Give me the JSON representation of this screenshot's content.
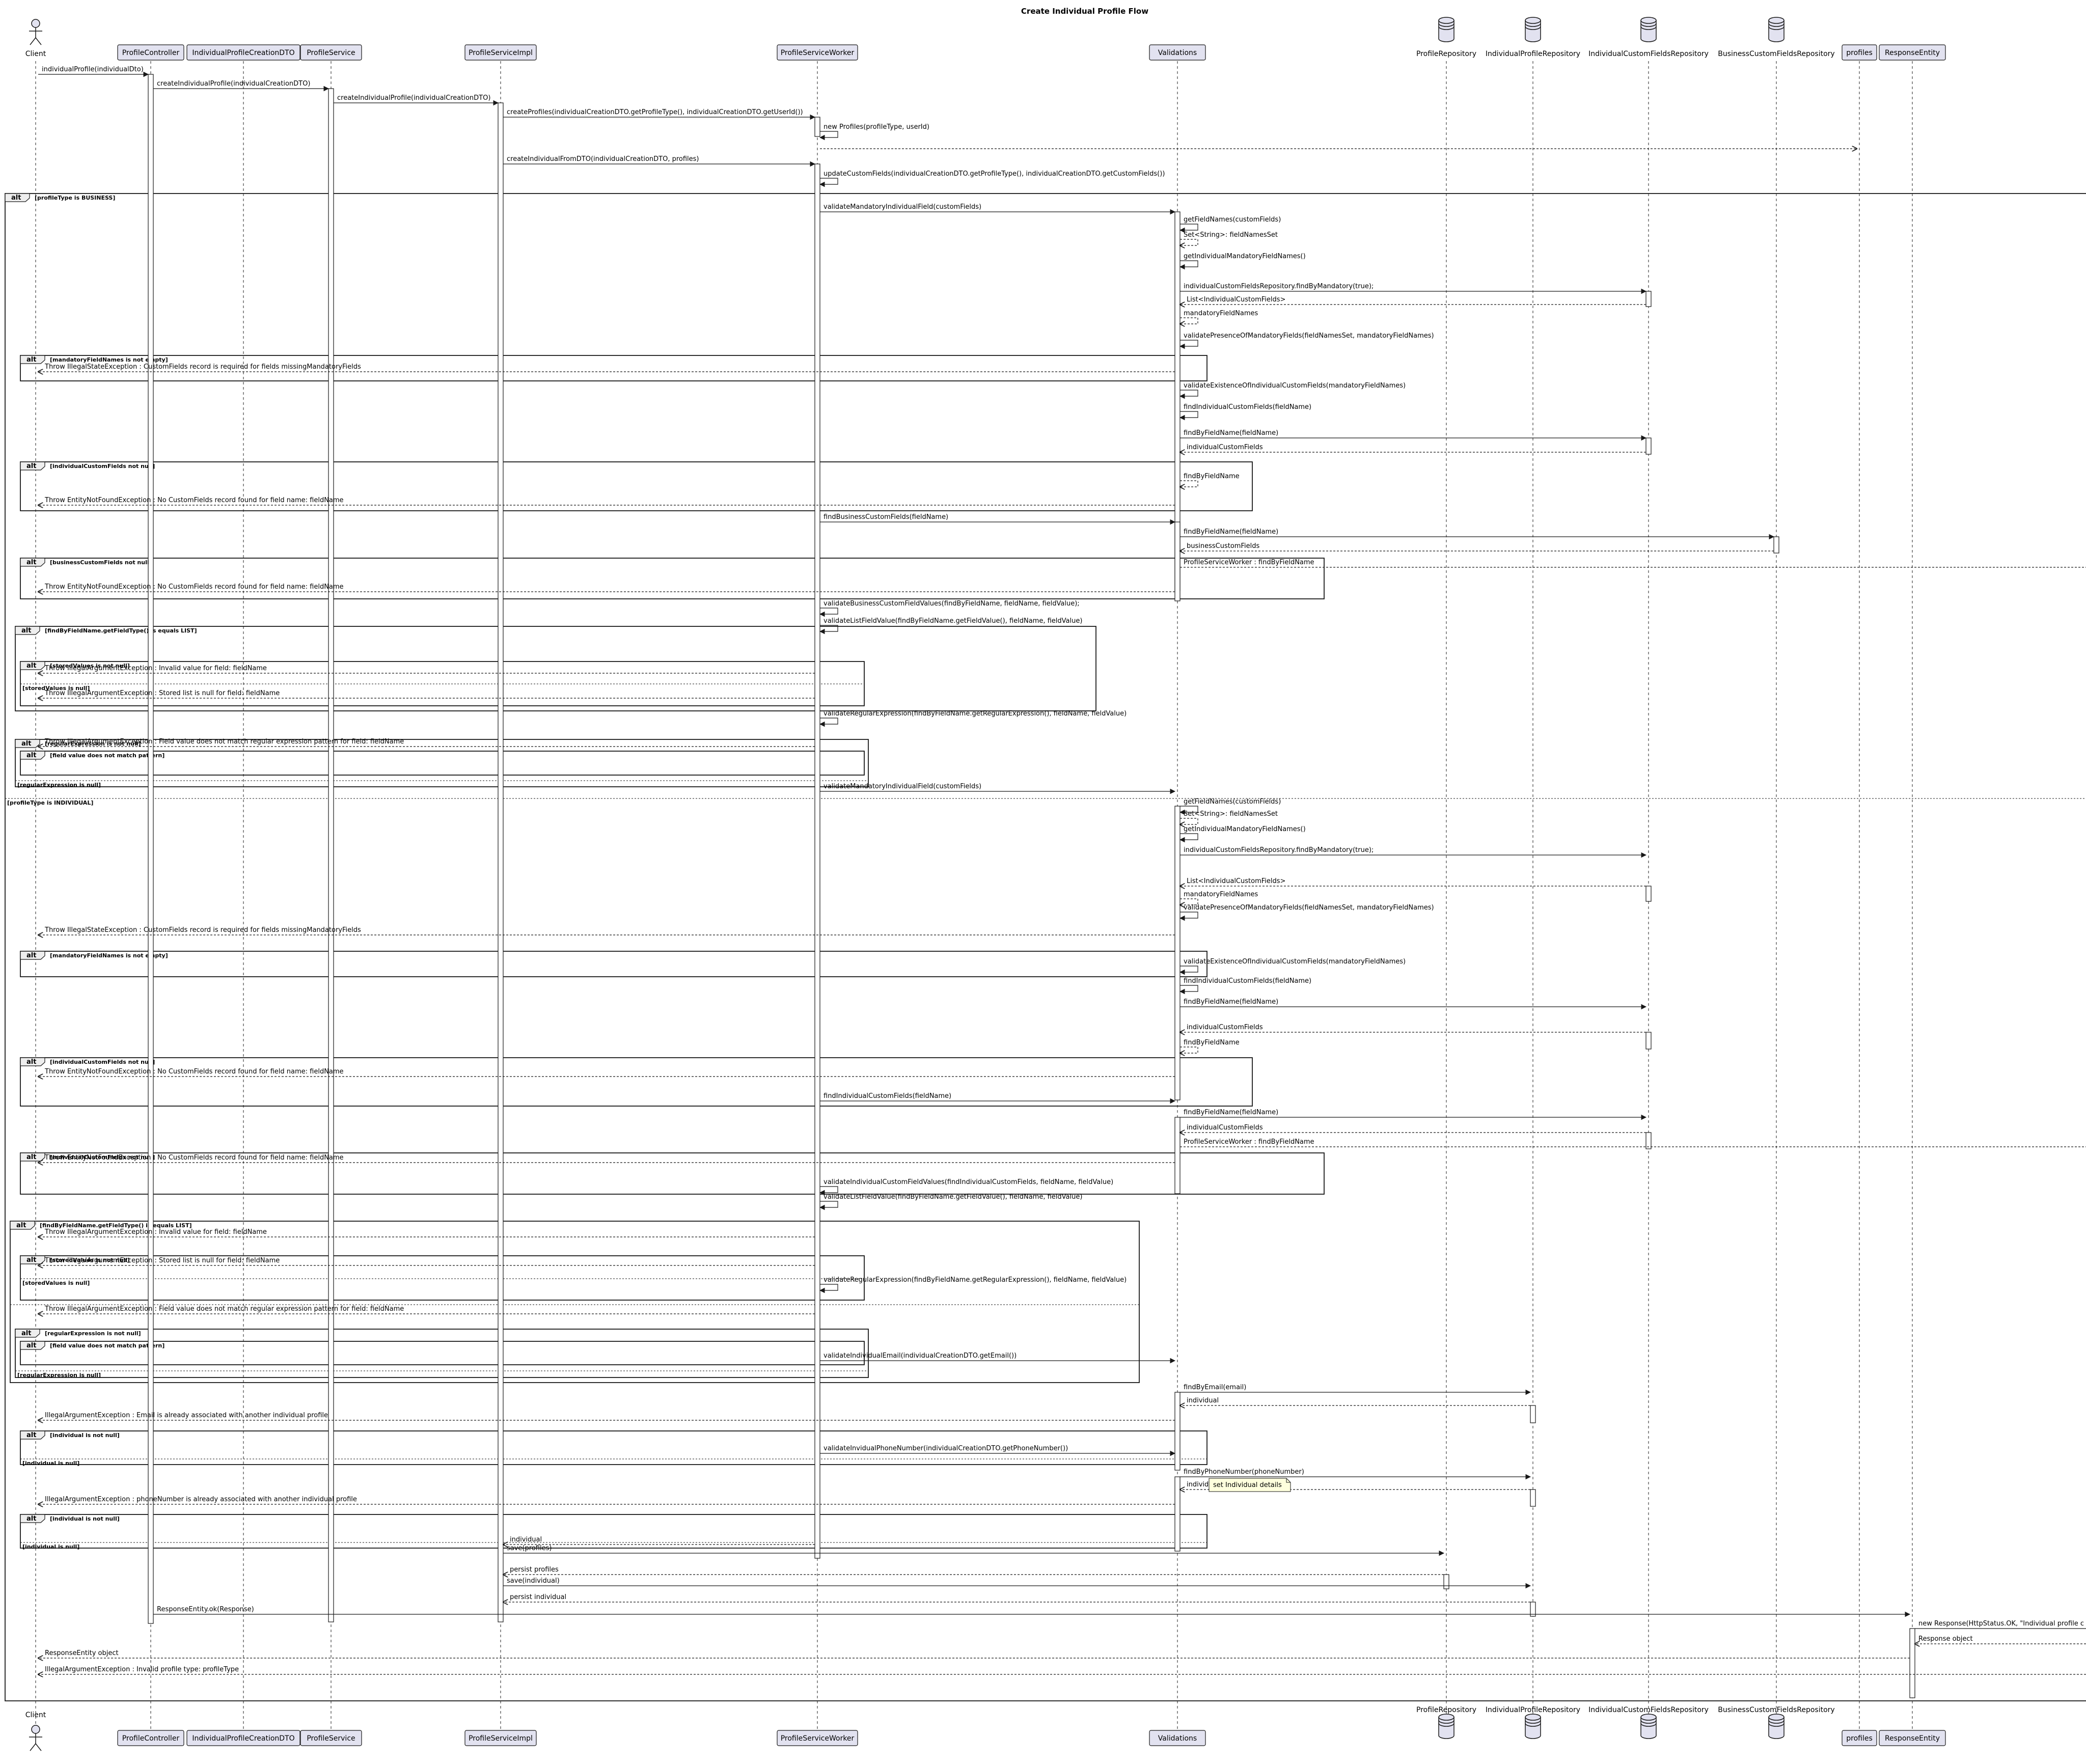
{
  "title": "Create Individual Profile Flow",
  "participants": [
    {
      "id": "client",
      "label": "Client",
      "kind": "actor"
    },
    {
      "id": "pc",
      "label": "ProfileController",
      "kind": "participant"
    },
    {
      "id": "dto",
      "label": "IndividualProfileCreationDTO",
      "kind": "participant"
    },
    {
      "id": "ps",
      "label": "ProfileService",
      "kind": "participant"
    },
    {
      "id": "psi",
      "label": "ProfileServiceImpl",
      "kind": "participant"
    },
    {
      "id": "psw",
      "label": "ProfileServiceWorker",
      "kind": "participant"
    },
    {
      "id": "val",
      "label": "Validations",
      "kind": "participant"
    },
    {
      "id": "pr",
      "label": "ProfileRepository",
      "kind": "database"
    },
    {
      "id": "ipr",
      "label": "IndividualProfileRepository",
      "kind": "database"
    },
    {
      "id": "icfr",
      "label": "IndividualCustomFieldsRepository",
      "kind": "database"
    },
    {
      "id": "bcfr",
      "label": "BusinessCustomFieldsRepository",
      "kind": "database"
    },
    {
      "id": "prof",
      "label": "profiles",
      "kind": "participant"
    },
    {
      "id": "re",
      "label": "ResponseEntity",
      "kind": "participant"
    }
  ],
  "messages": [
    {
      "from": "client",
      "to": "pc",
      "text": "individualProfile(individualDto)"
    },
    {
      "from": "pc",
      "to": "ps",
      "text": "createIndividualProfile(individualCreationDTO)"
    },
    {
      "from": "ps",
      "to": "psi",
      "text": "createIndividualProfile(individualCreationDTO)"
    },
    {
      "from": "psi",
      "to": "psw",
      "text": "createProfiles(individualCreationDTO.getProfileType(), individualCreationDTO.getUserId())"
    },
    {
      "from": "psw",
      "to": "psw",
      "text": "new Profiles(profileType, userId)"
    },
    {
      "from": "psw",
      "to": "prof",
      "text": "",
      "dashed": true
    },
    {
      "from": "psi",
      "to": "psw",
      "text": "createIndividualFromDTO(individualCreationDTO, profiles)"
    },
    {
      "from": "psw",
      "to": "psw",
      "text": "updateCustomFields(individualCreationDTO.getProfileType(), individualCreationDTO.getCustomFields())"
    },
    {
      "from": "psw",
      "to": "val",
      "text": "validateMandatoryIndividualField(customFields)"
    },
    {
      "from": "val",
      "to": "val",
      "text": "getFieldNames(customFields)"
    },
    {
      "from": "val",
      "to": "val",
      "text": "Set<String>:  fieldNamesSet",
      "dashed": true
    },
    {
      "from": "val",
      "to": "val",
      "text": "getIndividualMandatoryFieldNames()"
    },
    {
      "from": "val",
      "to": "icfr",
      "text": "individualCustomFieldsRepository.findByMandatory(true);"
    },
    {
      "from": "icfr",
      "to": "val",
      "text": "List<IndividualCustomFields>",
      "dashed": true
    },
    {
      "from": "val",
      "to": "val",
      "text": "mandatoryFieldNames",
      "dashed": true
    },
    {
      "from": "val",
      "to": "val",
      "text": "validatePresenceOfMandatoryFields(fieldNamesSet, mandatoryFieldNames)"
    },
    {
      "from": "val",
      "to": "client",
      "text": "Throw IllegalStateException : CustomFields record is required for fields missingMandatoryFields",
      "dashed": true
    },
    {
      "from": "val",
      "to": "val",
      "text": "validateExistenceOfIndividualCustomFields(mandatoryFieldNames)"
    },
    {
      "from": "val",
      "to": "val",
      "text": "findIndividualCustomFields(fieldName)"
    },
    {
      "from": "val",
      "to": "icfr",
      "text": "findByFieldName(fieldName)"
    },
    {
      "from": "icfr",
      "to": "val",
      "text": "individualCustomFields",
      "dashed": true
    },
    {
      "from": "val",
      "to": "val",
      "text": "findByFieldName",
      "dashed": true
    },
    {
      "from": "val",
      "to": "client",
      "text": "Throw EntityNotFoundException : No CustomFields record found for field name: fieldName",
      "dashed": true
    },
    {
      "from": "psw",
      "to": "val",
      "text": "findBusinessCustomFields(fieldName)"
    },
    {
      "from": "val",
      "to": "bcfr",
      "text": "findByFieldName(fieldName)"
    },
    {
      "from": "bcfr",
      "to": "val",
      "text": "businessCustomFields",
      "dashed": true
    },
    {
      "from": "val",
      "to": "edge",
      "text": "ProfileServiceWorker : findByFieldName",
      "dashed": true
    },
    {
      "from": "val",
      "to": "client",
      "text": "Throw EntityNotFoundException : No CustomFields record found for field name: fieldName",
      "dashed": true
    },
    {
      "from": "psw",
      "to": "psw",
      "text": "validateBusinessCustomFieldValues(findByFieldName, fieldName, fieldValue);"
    },
    {
      "from": "psw",
      "to": "psw",
      "text": "validateListFieldValue(findByFieldName.getFieldValue(), fieldName, fieldValue)"
    },
    {
      "from": "psw",
      "to": "client",
      "text": "Throw IllegalArgumentException : Invalid value for field: fieldName",
      "dashed": true
    },
    {
      "from": "psw",
      "to": "client",
      "text": "Throw IllegalArgumentException : Stored list is null for field: fieldName",
      "dashed": true
    },
    {
      "from": "psw",
      "to": "psw",
      "text": "validateRegularExpression(findByFieldName.getRegularExpression(), fieldName, fieldValue)"
    },
    {
      "from": "psw",
      "to": "client",
      "text": "Throw IllegalArgumentException : Field value does not match regular expression pattern for field: fieldName",
      "dashed": true
    },
    {
      "from": "psw",
      "to": "val",
      "text": "validateMandatoryIndividualField(customFields)"
    },
    {
      "from": "val",
      "to": "val",
      "text": "getFieldNames(customFields)"
    },
    {
      "from": "val",
      "to": "val",
      "text": "Set<String>:  fieldNamesSet",
      "dashed": true
    },
    {
      "from": "val",
      "to": "val",
      "text": "getIndividualMandatoryFieldNames()"
    },
    {
      "from": "val",
      "to": "icfr",
      "text": "individualCustomFieldsRepository.findByMandatory(true);"
    },
    {
      "from": "icfr",
      "to": "val",
      "text": "List<IndividualCustomFields>",
      "dashed": true
    },
    {
      "from": "val",
      "to": "val",
      "text": "mandatoryFieldNames",
      "dashed": true
    },
    {
      "from": "val",
      "to": "val",
      "text": "validatePresenceOfMandatoryFields(fieldNamesSet, mandatoryFieldNames)"
    },
    {
      "from": "val",
      "to": "client",
      "text": "Throw IllegalStateException : CustomFields record is required for fields missingMandatoryFields",
      "dashed": true
    },
    {
      "from": "val",
      "to": "val",
      "text": "validateExistenceOfIndividualCustomFields(mandatoryFieldNames)"
    },
    {
      "from": "val",
      "to": "val",
      "text": "findIndividualCustomFields(fieldName)"
    },
    {
      "from": "val",
      "to": "icfr",
      "text": "findByFieldName(fieldName)"
    },
    {
      "from": "icfr",
      "to": "val",
      "text": "individualCustomFields",
      "dashed": true
    },
    {
      "from": "val",
      "to": "val",
      "text": "findByFieldName",
      "dashed": true
    },
    {
      "from": "val",
      "to": "client",
      "text": "Throw EntityNotFoundException : No CustomFields record found for field name: fieldName",
      "dashed": true
    },
    {
      "from": "psw",
      "to": "val",
      "text": "findIndividualCustomFields(fieldName)"
    },
    {
      "from": "val",
      "to": "icfr",
      "text": "findByFieldName(fieldName)"
    },
    {
      "from": "icfr",
      "to": "val",
      "text": "individualCustomFields",
      "dashed": true
    },
    {
      "from": "val",
      "to": "edge",
      "text": "ProfileServiceWorker : findByFieldName",
      "dashed": true
    },
    {
      "from": "val",
      "to": "client",
      "text": "Throw EntityNotFoundException : No CustomFields record found for field name: fieldName",
      "dashed": true
    },
    {
      "from": "psw",
      "to": "psw",
      "text": "validateIndividualCustomFieldValues(findIndividualCustomFields, fieldName, fieldValue)"
    },
    {
      "from": "psw",
      "to": "psw",
      "text": "validateListFieldValue(findByFieldName.getFieldValue(), fieldName, fieldValue)"
    },
    {
      "from": "psw",
      "to": "client",
      "text": "Throw IllegalArgumentException : Invalid value for field: fieldName",
      "dashed": true
    },
    {
      "from": "psw",
      "to": "client",
      "text": "Throw IllegalArgumentException : Stored list is null for field: fieldName",
      "dashed": true
    },
    {
      "from": "psw",
      "to": "psw",
      "text": "validateRegularExpression(findByFieldName.getRegularExpression(), fieldName, fieldValue)"
    },
    {
      "from": "psw",
      "to": "client",
      "text": "Throw IllegalArgumentException : Field value does not match regular expression pattern for field: fieldName",
      "dashed": true
    },
    {
      "from": "psw",
      "to": "val",
      "text": "validateIndividualEmail(individualCreationDTO.getEmail())"
    },
    {
      "from": "val",
      "to": "ipr",
      "text": "findByEmail(email)"
    },
    {
      "from": "ipr",
      "to": "val",
      "text": "individual",
      "dashed": true
    },
    {
      "from": "val",
      "to": "client",
      "text": "IllegalArgumentException : Email is already associated with another individual profile",
      "dashed": true
    },
    {
      "from": "psw",
      "to": "val",
      "text": "validateInvidualPhoneNumber(individualCreationDTO.getPhoneNumber())"
    },
    {
      "from": "val",
      "to": "ipr",
      "text": "findByPhoneNumber(phoneNumber)"
    },
    {
      "from": "ipr",
      "to": "val",
      "text": "individual",
      "dashed": true
    },
    {
      "from": "val",
      "to": "client",
      "text": "IllegalArgumentException : phoneNumber is already associated with another individual profile",
      "dashed": true
    },
    {
      "from": "psw",
      "to": "psi",
      "text": "individual",
      "dashed": true
    },
    {
      "from": "psi",
      "to": "pr",
      "text": "save(profiles)"
    },
    {
      "from": "pr",
      "to": "psi",
      "text": "persist profiles",
      "dashed": true
    },
    {
      "from": "psi",
      "to": "ipr",
      "text": "save(individual)"
    },
    {
      "from": "ipr",
      "to": "psi",
      "text": "persist individual",
      "dashed": true
    },
    {
      "from": "pc",
      "to": "re",
      "text": "ResponseEntity.ok(Response)"
    },
    {
      "from": "re",
      "to": "edge",
      "text": "new Response(HttpStatus.OK, \"Individual profile c"
    },
    {
      "from": "edge",
      "to": "re",
      "text": "Response object",
      "dashed": true
    },
    {
      "from": "re",
      "to": "client",
      "text": "ResponseEntity object",
      "dashed": true
    },
    {
      "from": "edge",
      "to": "client",
      "text": "IllegalArgumentException : Invalid profile type: profileType",
      "dashed": true
    }
  ],
  "fragments": [
    {
      "label": "alt",
      "conditions": [
        "[profileType is BUSINESS]",
        "[profileType is INDIVIDUAL]"
      ]
    },
    {
      "label": "alt",
      "conditions": [
        "[mandatoryFieldNames is not empty]"
      ]
    },
    {
      "label": "alt",
      "conditions": [
        "[individualCustomFields not null]"
      ]
    },
    {
      "label": "alt",
      "conditions": [
        "[businessCustomFields not null]"
      ]
    },
    {
      "label": "alt",
      "conditions": [
        "[findByFieldName.getFieldType() is equals LIST]"
      ]
    },
    {
      "label": "alt",
      "conditions": [
        "[storedValues is not null]",
        "[storedValues is null]"
      ]
    },
    {
      "label": "alt",
      "conditions": [
        "[regularExpression is not null]",
        "[regularExpression is null]"
      ]
    },
    {
      "label": "alt",
      "conditions": [
        "[field value does not match pattern]"
      ]
    },
    {
      "label": "alt",
      "conditions": [
        "[mandatoryFieldNames is not empty]"
      ]
    },
    {
      "label": "alt",
      "conditions": [
        "[individualCustomFields not null]"
      ]
    },
    {
      "label": "alt",
      "conditions": [
        "[individualCustomFields not null]"
      ]
    },
    {
      "label": "alt",
      "conditions": [
        "[findByFieldName.getFieldType() is equals LIST]"
      ]
    },
    {
      "label": "alt",
      "conditions": [
        "[storedValues is not null]",
        "[storedValues is null]"
      ]
    },
    {
      "label": "alt",
      "conditions": [
        "[regularExpression is not null]",
        "[regularExpression is null]"
      ]
    },
    {
      "label": "alt",
      "conditions": [
        "[field value does not match pattern]"
      ]
    },
    {
      "label": "alt",
      "conditions": [
        "[individual is not null]",
        "[individual is null]"
      ]
    },
    {
      "label": "alt",
      "conditions": [
        "[individual is not null]",
        "[individual is null]"
      ]
    }
  ],
  "notes": [
    {
      "text": "set Individual details"
    }
  ]
}
